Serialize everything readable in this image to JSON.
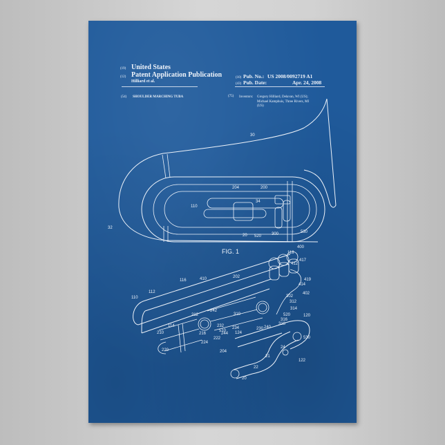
{
  "header": {
    "country_code": "(19)",
    "country": "United States",
    "type_code": "(12)",
    "type": "Patent Application Publication",
    "applicant": "Hilliard et al.",
    "pub_no_code": "(10)",
    "pub_no_label": "Pub. No.:",
    "pub_no": "US 2008/0092719 A1",
    "pub_date_code": "(43)",
    "pub_date_label": "Pub. Date:",
    "pub_date": "Apr. 24, 2008",
    "title_code": "(54)",
    "title": "SHOULDER MARCHING TUBA",
    "inventors_code": "(75)",
    "inventors_label": "Inventors:",
    "inventor_1": "Gregory Hilliard, Delavan, WI (US);",
    "inventor_2": "Michael Kamphuis, Three Rivers, MI",
    "inventor_2_cont": "(US)"
  },
  "figure1": {
    "caption": "FIG. 1",
    "labels": [
      "30",
      "32",
      "110",
      "204",
      "200",
      "34",
      "20",
      "520",
      "300",
      "530",
      "400"
    ]
  },
  "figure2": {
    "labels": [
      "118",
      "412",
      "417",
      "419",
      "414",
      "402",
      "302",
      "312",
      "314",
      "520",
      "316",
      "318",
      "120",
      "530",
      "24",
      "122",
      "21",
      "22",
      "20",
      "124",
      "240",
      "230",
      "234",
      "310",
      "244",
      "232",
      "242",
      "202",
      "410",
      "116",
      "112",
      "110",
      "114",
      "212",
      "510",
      "210",
      "222",
      "216",
      "224",
      "220",
      "204"
    ]
  },
  "colors": {
    "poster_blue": "#1f5a9b",
    "line_white": "#eef3fa",
    "wall_grey": "#d0d0d0"
  }
}
